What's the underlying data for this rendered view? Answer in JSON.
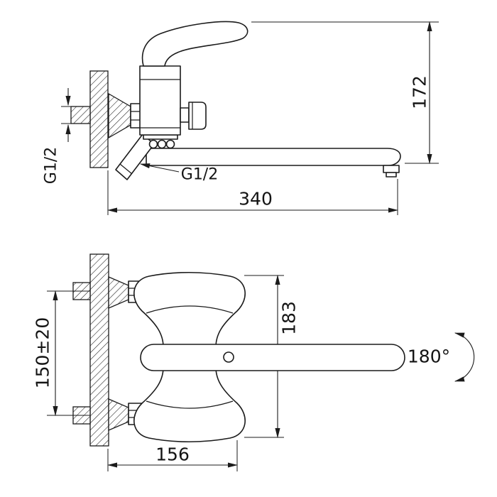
{
  "top_view": {
    "dim_height": "172",
    "dim_length": "340",
    "thread_inlet": "G1/2",
    "thread_spout": "G1/2"
  },
  "front_view": {
    "dim_mount_spacing": "150±20",
    "dim_overall_height": "183",
    "dim_depth": "156",
    "handle_rotation": "180°"
  }
}
